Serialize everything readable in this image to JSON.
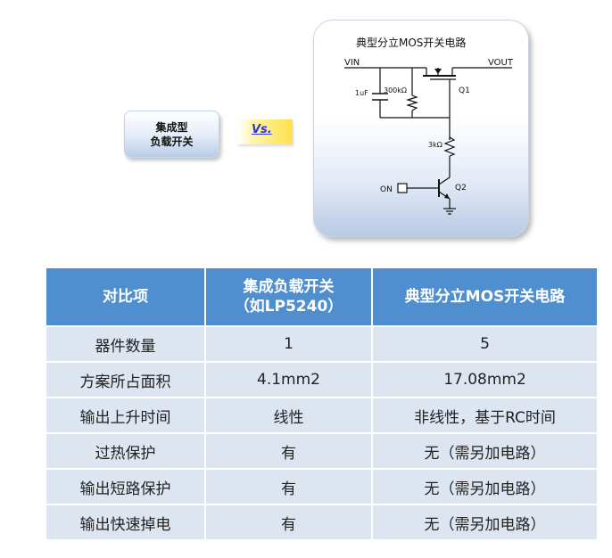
{
  "left_box": {
    "line1": "集成型",
    "line2": "负载开关"
  },
  "vs_label": "Vs.",
  "circuit": {
    "title": "典型分立MOS开关电路",
    "vin": "VIN",
    "vout": "VOUT",
    "cap": "1uF",
    "r1": "300kΩ",
    "q1": "Q1",
    "r2": "3kΩ",
    "on": "ON",
    "q2": "Q2"
  },
  "table": {
    "headers": [
      "对比项",
      "集成负载开关\n（如LP5240）",
      "典型分立MOS开关电路"
    ],
    "rows": [
      [
        "器件数量",
        "1",
        "5"
      ],
      [
        "方案所占面积",
        "4.1mm2",
        "17.08mm2"
      ],
      [
        "输出上升时间",
        "线性",
        "非线性，基于RC时间"
      ],
      [
        "过热保护",
        "有",
        "无（需另加电路）"
      ],
      [
        "输出短路保护",
        "有",
        "无（需另加电路）"
      ],
      [
        "输出快速掉电",
        "有",
        "无（需另加电路）"
      ]
    ]
  }
}
